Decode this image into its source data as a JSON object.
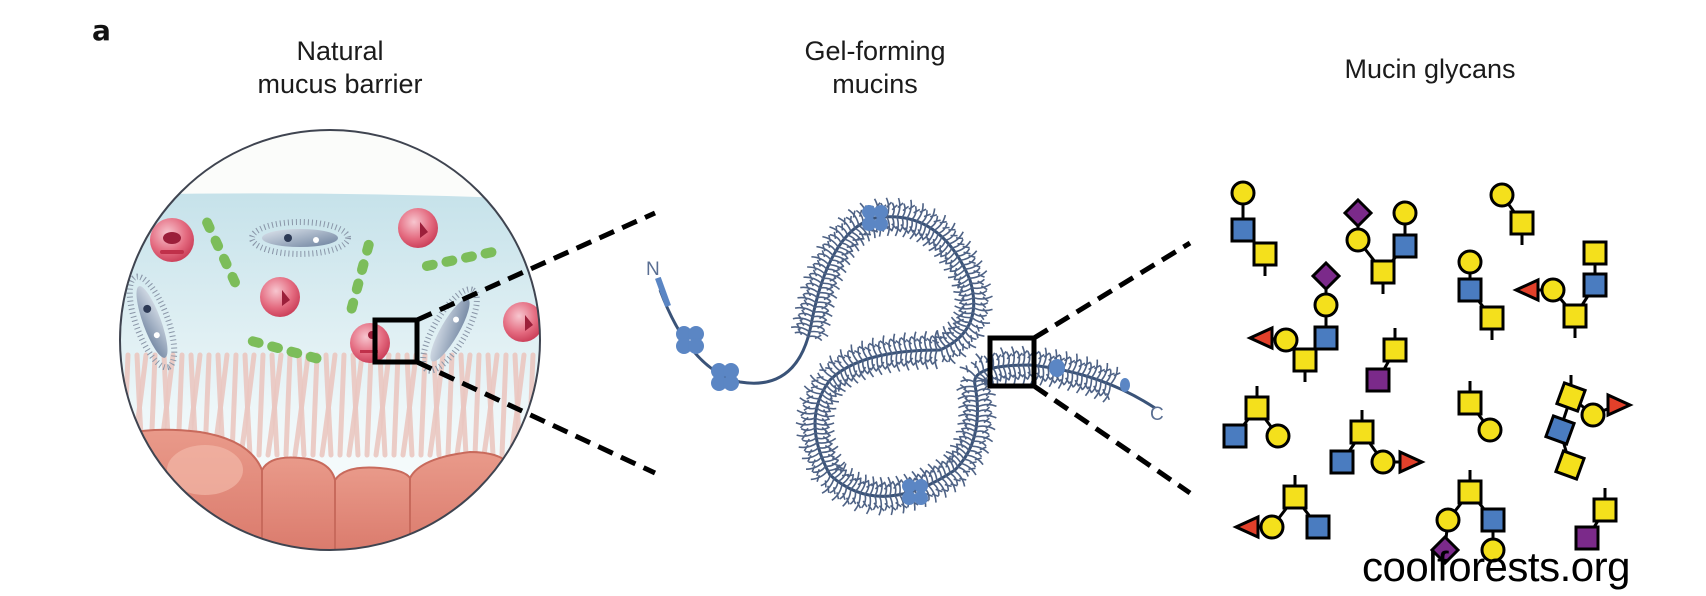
{
  "figure": {
    "panel_label": "a",
    "panels": [
      {
        "id": "natural-mucus-barrier",
        "title": "Natural\nmucus barrier"
      },
      {
        "id": "gel-forming-mucins",
        "title": "Gel-forming\nmucins",
        "terminus_n": "N",
        "terminus_c": "C"
      },
      {
        "id": "mucin-glycans",
        "title": "Mucin glycans"
      }
    ],
    "colors": {
      "mucus_blue": "#cfe6ec",
      "epithelium": "#e0897a",
      "neutrophil": "#d9485f",
      "green_bacteria": "#7cbd5a",
      "mucin_backbone": "#3a5378",
      "mucin_domain": "#5b86c4",
      "glycan_yellow": "#f4e01c",
      "glycan_blue": "#4a7cc0",
      "glycan_purple": "#7b2a8a",
      "glycan_red": "#e2402a"
    },
    "glycan_legend_shapes": [
      "yellow-circle",
      "yellow-square",
      "blue-square",
      "purple-diamond",
      "red-triangle",
      "purple-square"
    ]
  },
  "watermark": "coolforests.org"
}
